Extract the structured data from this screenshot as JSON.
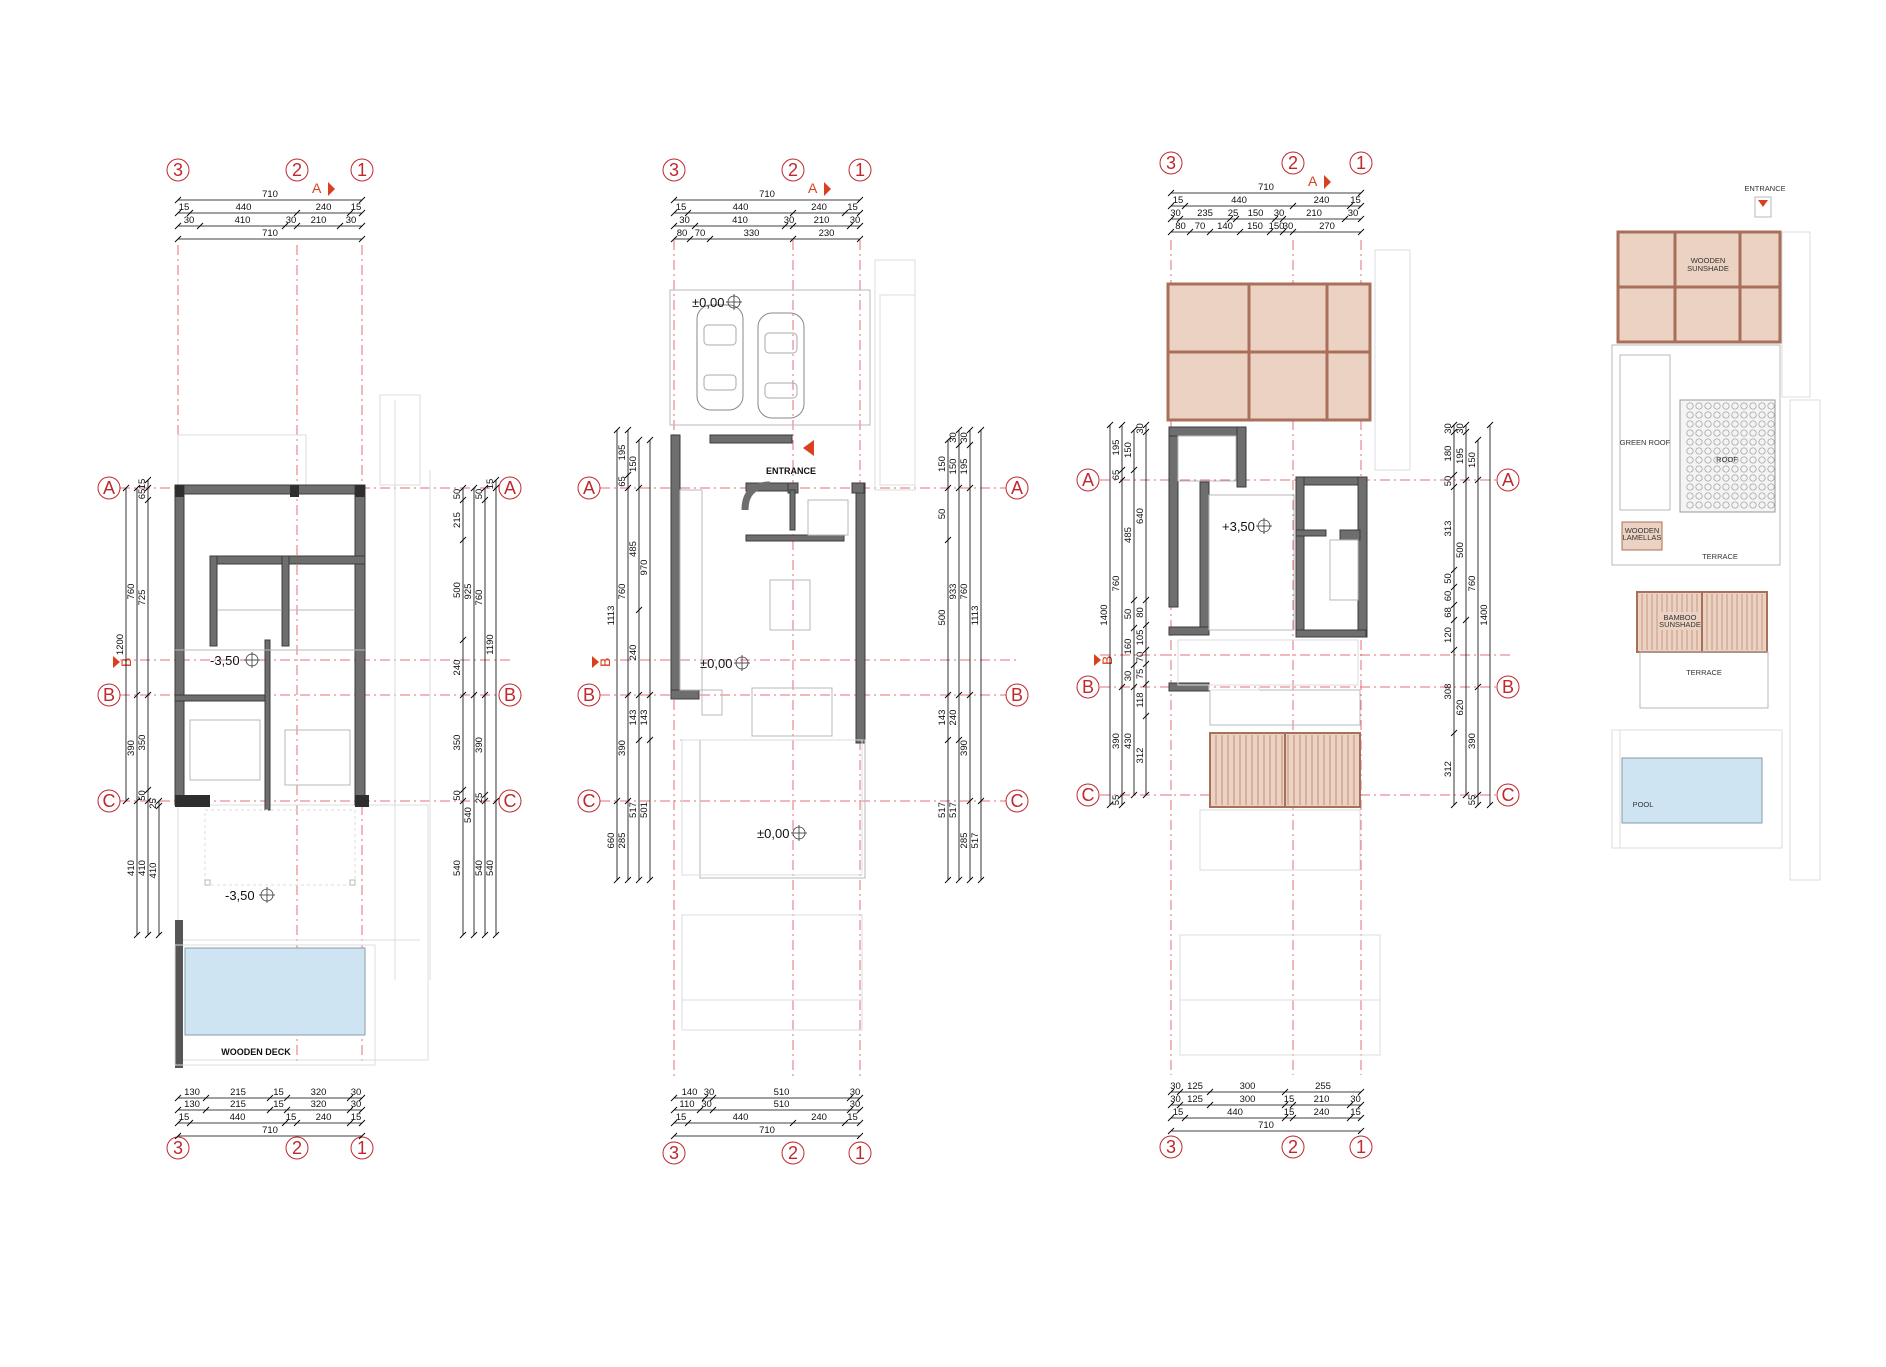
{
  "axes": {
    "columns": [
      "3",
      "2",
      "1"
    ],
    "rows": [
      "A",
      "B",
      "C"
    ]
  },
  "section_marks": {
    "a": "A",
    "b": "B"
  },
  "plan1": {
    "levels": [
      "-3,50",
      "-3,50"
    ],
    "labels": {
      "deck": "WOODEN DECK"
    },
    "dims_top": {
      "r1": [
        "710"
      ],
      "r2": [
        "15",
        "440",
        "240",
        "15"
      ],
      "r3": [
        "30",
        "410",
        "30",
        "210",
        "30"
      ],
      "r4": [
        "710"
      ]
    },
    "dims_bottom": {
      "r1": [
        "130",
        "215",
        "15",
        "320",
        "30"
      ],
      "r2": [
        "130",
        "215",
        "15",
        "320",
        "30"
      ],
      "r3": [
        "15",
        "440",
        "15",
        "240",
        "15"
      ],
      "r4": [
        "710"
      ]
    },
    "dims_left": {
      "c1": [
        "1200"
      ],
      "c2": [
        "760",
        "390",
        "410"
      ],
      "c3": [
        "15",
        "65",
        "725",
        "350",
        "50",
        "410"
      ],
      "c4": [
        "25",
        "410"
      ]
    },
    "dims_right": {
      "c1": [
        "50",
        "215",
        "500",
        "240",
        "350",
        "50",
        "540"
      ],
      "c2": [
        "925",
        "540"
      ],
      "c3": [
        "50",
        "760",
        "390",
        "25",
        "540"
      ],
      "c4": [
        "15",
        "1190",
        "540"
      ]
    }
  },
  "plan2": {
    "levels": [
      "±0,00",
      "±0,00",
      "±0,00"
    ],
    "labels": {
      "entrance": "ENTRANCE"
    },
    "dims_top": {
      "r1": [
        "710"
      ],
      "r2": [
        "15",
        "440",
        "240",
        "15"
      ],
      "r3": [
        "30",
        "410",
        "30",
        "210",
        "30"
      ],
      "r4": [
        "80",
        "70",
        "330",
        "230"
      ]
    },
    "dims_bottom": {
      "r1": [
        "140",
        "30",
        "510",
        "30"
      ],
      "r2": [
        "110",
        "30",
        "510",
        "30"
      ],
      "r3": [
        "15",
        "440",
        "240",
        "15"
      ],
      "r4": [
        "710"
      ]
    },
    "dims_left": {
      "c1": [
        "1113",
        "660"
      ],
      "c2": [
        "195",
        "65",
        "760",
        "390",
        "285"
      ],
      "c3": [
        "150",
        "485",
        "240",
        "143",
        "517"
      ],
      "c4": [
        "970",
        "143",
        "501"
      ]
    },
    "dims_right": {
      "c1": [
        "150",
        "50",
        "500",
        "143",
        "517"
      ],
      "c2": [
        "30",
        "150",
        "933",
        "240",
        "517"
      ],
      "c3": [
        "30",
        "195",
        "760",
        "390",
        "285"
      ],
      "c4": [
        "1113",
        "517"
      ]
    }
  },
  "plan3": {
    "levels": [
      "+3,50"
    ],
    "dims_top": {
      "r1": [
        "710"
      ],
      "r2": [
        "15",
        "440",
        "240",
        "15"
      ],
      "r3": [
        "30",
        "235",
        "25",
        "150",
        "30",
        "210",
        "30"
      ],
      "r4": [
        "80",
        "70",
        "140",
        "150",
        "150",
        "30",
        "270"
      ]
    },
    "dims_bottom": {
      "r1": [
        "30",
        "125",
        "300",
        "255"
      ],
      "r2": [
        "30",
        "125",
        "300",
        "15",
        "210",
        "30"
      ],
      "r3": [
        "15",
        "440",
        "15",
        "240",
        "15"
      ],
      "r4": [
        "710"
      ]
    },
    "dims_left": {
      "c1": [
        "1400"
      ],
      "c2": [
        "195",
        "65",
        "760",
        "390",
        "55"
      ],
      "c3": [
        "150",
        "485",
        "50",
        "160",
        "30",
        "430"
      ],
      "c4": [
        "30",
        "640",
        "80",
        "105",
        "70",
        "75",
        "118",
        "312"
      ]
    },
    "dims_right": {
      "c1": [
        "30",
        "180",
        "50",
        "313",
        "50",
        "60",
        "68",
        "120",
        "308",
        "312"
      ],
      "c2": [
        "30",
        "195",
        "500",
        "620"
      ],
      "c3": [
        "150",
        "760",
        "390",
        "55"
      ],
      "c4": [
        "1400"
      ]
    }
  },
  "plan4": {
    "labels": {
      "entrance": "ENTRANCE",
      "wooden_sunshade_1": "WOODEN",
      "wooden_sunshade_2": "SUNSHADE",
      "green_roof": "GREEN ROOF",
      "roof": "ROOF",
      "wooden_lamellas_1": "WOODEN",
      "wooden_lamellas_2": "LAMELLAS",
      "terrace_1": "TERRACE",
      "bamboo_1": "BAMBOO",
      "bamboo_2": "SUNSHADE",
      "terrace_2": "TERRACE",
      "pool": "POOL"
    }
  },
  "colors": {
    "axis_red": "#c0282e",
    "axis_line": "#e0707a",
    "section_arrow": "#d9401e",
    "wall_grey": "#6e6e6e",
    "wood_fill": "#ecd2c3",
    "wood_stroke": "#a8705a",
    "pool_blue": "#cfe4f2"
  },
  "icons": [
    "level-marker-icon",
    "section-arrow-icon",
    "car-icon"
  ]
}
